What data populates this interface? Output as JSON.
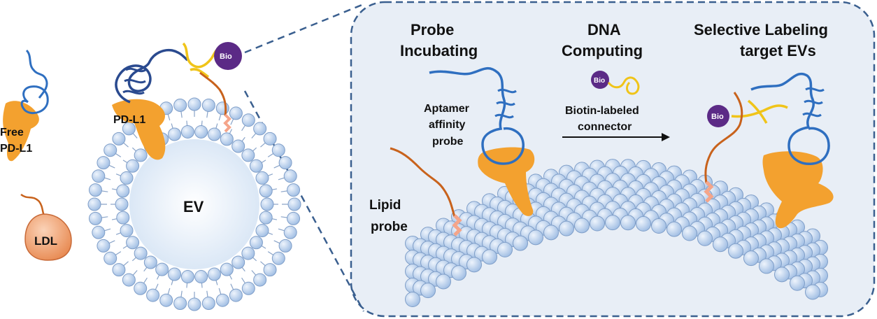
{
  "labels": {
    "free_pdl1_line1": "Free",
    "free_pdl1_line2": "PD-L1",
    "ldl": "LDL",
    "pdl1": "PD-L1",
    "bio_main": "Bio",
    "ev": "EV",
    "step1_line1": "Probe",
    "step1_line2": "Incubating",
    "step2_line1": "DNA",
    "step2_line2": "Computing",
    "step3_line1": "Selective Labeling",
    "step3_line2": "target EVs",
    "aptamer_line1": "Aptamer",
    "aptamer_line2": "affinity",
    "aptamer_line3": "probe",
    "bio_connector": "Bio",
    "connector_line1": "Biotin-labeled",
    "connector_line2": "connector",
    "lipid_line1": "Lipid",
    "lipid_line2": "probe",
    "bio_labeled": "Bio"
  },
  "colors": {
    "lipid_head": "#b9d1ee",
    "lipid_head_stroke": "#7f9ec8",
    "protein": "#f3a12f",
    "aptamer": "#2f6fc0",
    "aptamer_dark": "#2a4a8f",
    "connector_yellow": "#f0c419",
    "lipid_probe": "#c8621c",
    "biotin": "#5b2a86",
    "ldl": "#f0a878",
    "panel_fill": "#e8eef6",
    "panel_border": "#3a5f8f"
  },
  "icons": [
    "arrow-right-icon"
  ]
}
